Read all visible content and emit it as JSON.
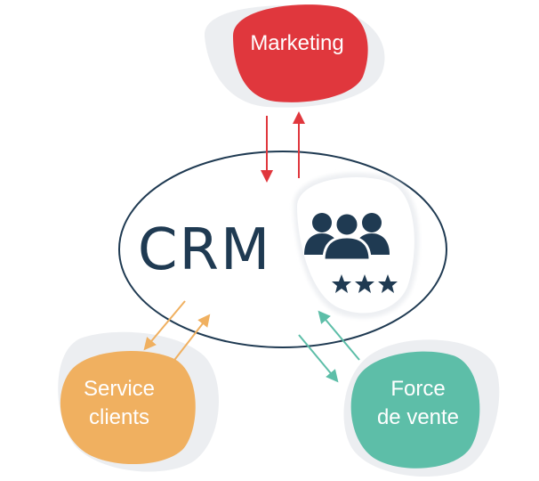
{
  "center": {
    "label": "CRM",
    "icon": "users-group-icon",
    "rating_icon": "three-stars-icon"
  },
  "nodes": {
    "marketing": {
      "label": "Marketing",
      "color": "#e0373d"
    },
    "service": {
      "line1": "Service",
      "line2": "clients",
      "color": "#f0b060"
    },
    "sales": {
      "line1": "Force",
      "line2": "de vente",
      "color": "#5dbea8"
    }
  },
  "colors": {
    "ring": "#1f3a52",
    "icon": "#1f3a52",
    "shadow_blob": "#eceef1"
  }
}
